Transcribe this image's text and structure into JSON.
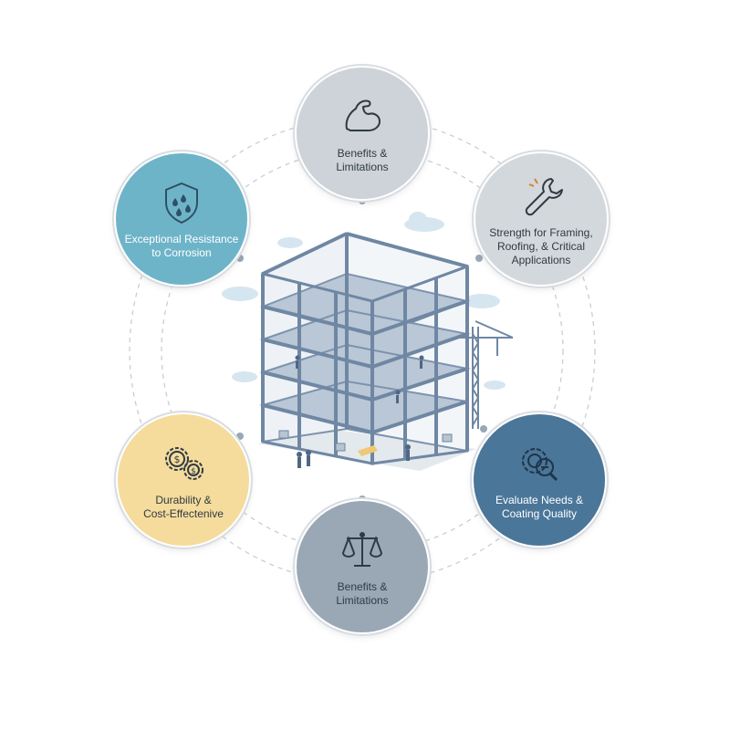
{
  "colors": {
    "top": "#cdd3d8",
    "top_left": "#6eb4c9",
    "top_right": "#d3d8dc",
    "bottom_left": "#f5dc9c",
    "bottom_right": "#4a7699",
    "bottom": "#9aa8b5",
    "steel": "#7d93ad",
    "connector": "#c9ced4"
  },
  "nodes": {
    "top": {
      "label": "Benefits &\nLimitations",
      "icon": "flexed-arm-icon"
    },
    "top_left": {
      "label": "Exceptional Resistance\nto Corrosion",
      "icon": "shield-droplets-icon"
    },
    "top_right": {
      "label": "Strength for Framing,\nRoofing, & Critical\nApplications",
      "icon": "wrench-icon"
    },
    "bottom_left": {
      "label": "Durability &\nCost-Effectenive",
      "icon": "dollar-gears-icon"
    },
    "bottom_right": {
      "label": "Evaluate Needs &\nCoating Quality",
      "icon": "gear-magnifier-icon"
    },
    "bottom": {
      "label": "Benefits &\nLimitations",
      "icon": "balance-scale-icon"
    }
  }
}
